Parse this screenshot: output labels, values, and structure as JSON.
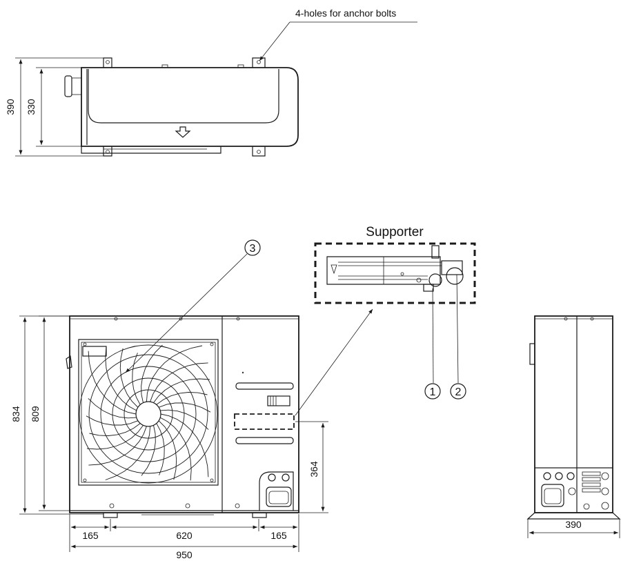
{
  "top_view": {
    "anchor_label": "4-holes for anchor bolts",
    "dim_overall_depth": "390",
    "dim_inner_depth": "330"
  },
  "supporter": {
    "title": "Supporter",
    "callout_1": "①",
    "callout_2": "②"
  },
  "front_view": {
    "callout_3": "③",
    "dim_height_total": "834",
    "dim_height_body": "809",
    "dim_port_height": "364",
    "dim_left": "165",
    "dim_center": "620",
    "dim_right": "165",
    "dim_width": "950"
  },
  "side_view": {
    "dim_width": "390"
  },
  "colors": {
    "line": "#1a1a1a",
    "background": "#ffffff"
  }
}
